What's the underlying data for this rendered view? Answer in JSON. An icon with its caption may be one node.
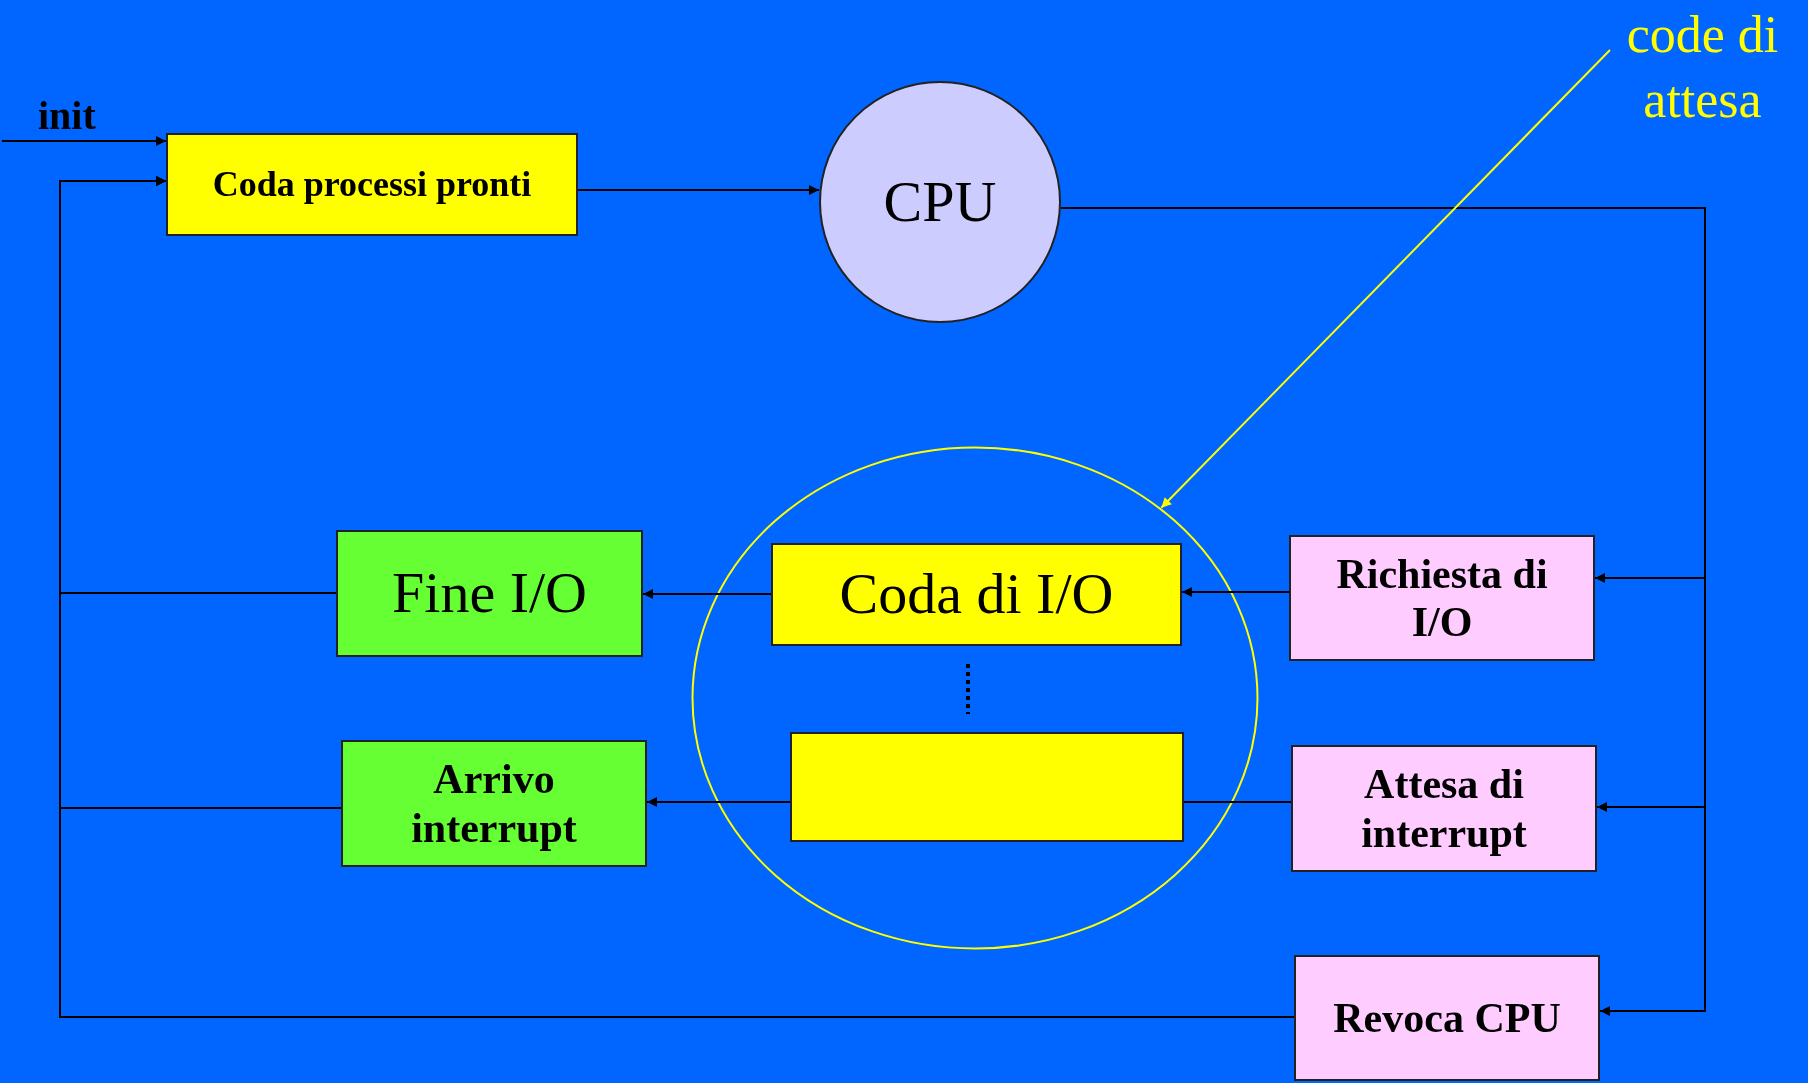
{
  "diagram": {
    "nodes": [
      {
        "text": [
          "Coda processi pronti"
        ]
      },
      {
        "text": [
          "CPU"
        ]
      },
      {
        "text": [
          "code di attesa"
        ]
      },
      {
        "text": [],
        "shape": "ellipse"
      },
      {
        "text": [
          "Fine I/O"
        ]
      },
      {
        "text": [
          "Coda di I/O"
        ],
        "in": 3
      },
      {
        "text": [],
        "shape": "box",
        "in": 3
      },
      {
        "text": [
          "Richiesta di I/O"
        ]
      },
      {
        "text": [
          "Arrivo interrupt"
        ]
      },
      {
        "text": [
          "Attesa di interrupt"
        ]
      },
      {
        "text": [
          "Revoca CPU"
        ]
      }
    ],
    "edges": [
      {
        "from": null,
        "to": 0,
        "arrow": "to",
        "label": "init"
      },
      {
        "from": 0,
        "to": 1,
        "arrow": "to"
      },
      {
        "from": 1,
        "to": 7,
        "arrow": "to"
      },
      {
        "from": 1,
        "to": 9,
        "arrow": "to"
      },
      {
        "from": 1,
        "to": 10,
        "arrow": "to"
      },
      {
        "from": 7,
        "to": 5,
        "arrow": "to"
      },
      {
        "from": 5,
        "to": 4,
        "arrow": "to"
      },
      {
        "from": 9,
        "to": 6,
        "arrow": "none"
      },
      {
        "from": 6,
        "to": 8,
        "arrow": "to"
      },
      {
        "from": 4,
        "to": 0,
        "arrow": "to"
      },
      {
        "from": 8,
        "to": 0,
        "arrow": "to"
      },
      {
        "from": 10,
        "to": 0,
        "arrow": "to"
      },
      {
        "from": 5,
        "to": 6,
        "arrow": "none",
        "style": "dashed"
      },
      {
        "from": 2,
        "to": 3,
        "arrow": "to",
        "color": "#ffff00"
      }
    ]
  }
}
